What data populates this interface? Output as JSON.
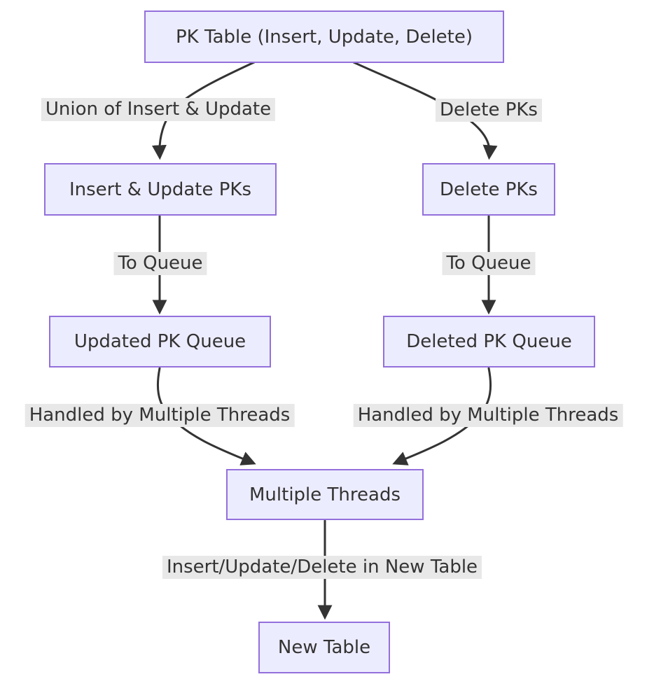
{
  "diagram": {
    "type": "flowchart",
    "direction": "top-down",
    "nodes": [
      {
        "id": "pk_table",
        "label": "PK Table (Insert, Update, Delete)"
      },
      {
        "id": "insert_update_pks",
        "label": "Insert & Update PKs"
      },
      {
        "id": "delete_pks",
        "label": "Delete PKs"
      },
      {
        "id": "updated_pk_queue",
        "label": "Updated PK Queue"
      },
      {
        "id": "deleted_pk_queue",
        "label": "Deleted PK Queue"
      },
      {
        "id": "multiple_threads",
        "label": "Multiple Threads"
      },
      {
        "id": "new_table",
        "label": "New Table"
      }
    ],
    "edges": [
      {
        "from": "pk_table",
        "to": "insert_update_pks",
        "label": "Union of Insert & Update"
      },
      {
        "from": "pk_table",
        "to": "delete_pks",
        "label": "Delete PKs"
      },
      {
        "from": "insert_update_pks",
        "to": "updated_pk_queue",
        "label": "To Queue"
      },
      {
        "from": "delete_pks",
        "to": "deleted_pk_queue",
        "label": "To Queue"
      },
      {
        "from": "updated_pk_queue",
        "to": "multiple_threads",
        "label": "Handled by Multiple Threads"
      },
      {
        "from": "deleted_pk_queue",
        "to": "multiple_threads",
        "label": "Handled by Multiple Threads"
      },
      {
        "from": "multiple_threads",
        "to": "new_table",
        "label": "Insert/Update/Delete in New Table"
      }
    ]
  },
  "colors": {
    "node_fill": "#ececff",
    "node_border": "#9370db",
    "node_text": "#333333",
    "edge_line": "#333333",
    "edge_label_bg": "#e8e8e8",
    "edge_label_text": "#333333",
    "canvas_bg": "#ffffff"
  }
}
